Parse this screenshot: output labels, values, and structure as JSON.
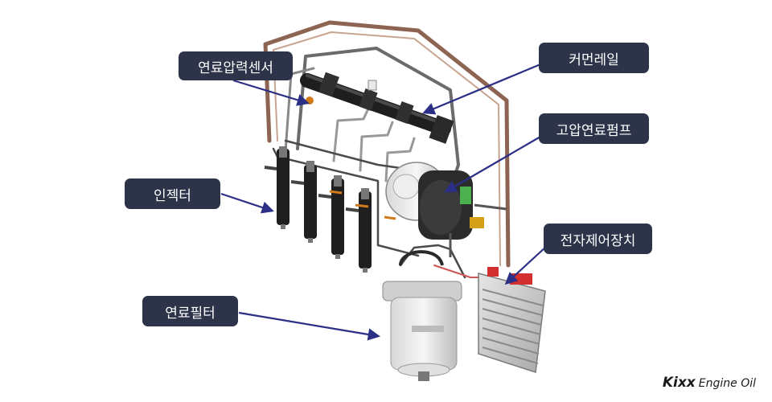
{
  "labels": {
    "pressure_sensor": "연료압력센서",
    "common_rail": "커먼레일",
    "high_pressure_pump": "고압연료펌프",
    "injector": "인젝터",
    "ecu": "전자제어장치",
    "fuel_filter": "연료필터"
  },
  "brand": {
    "logo": "Kixx",
    "text": "Engine Oil"
  },
  "colors": {
    "label_bg": "#2d3349",
    "label_text": "#ffffff",
    "arrow": "#2b2f86",
    "pipe_copper": "#9a6a52",
    "pipe_steel": "#7a7a7a"
  }
}
